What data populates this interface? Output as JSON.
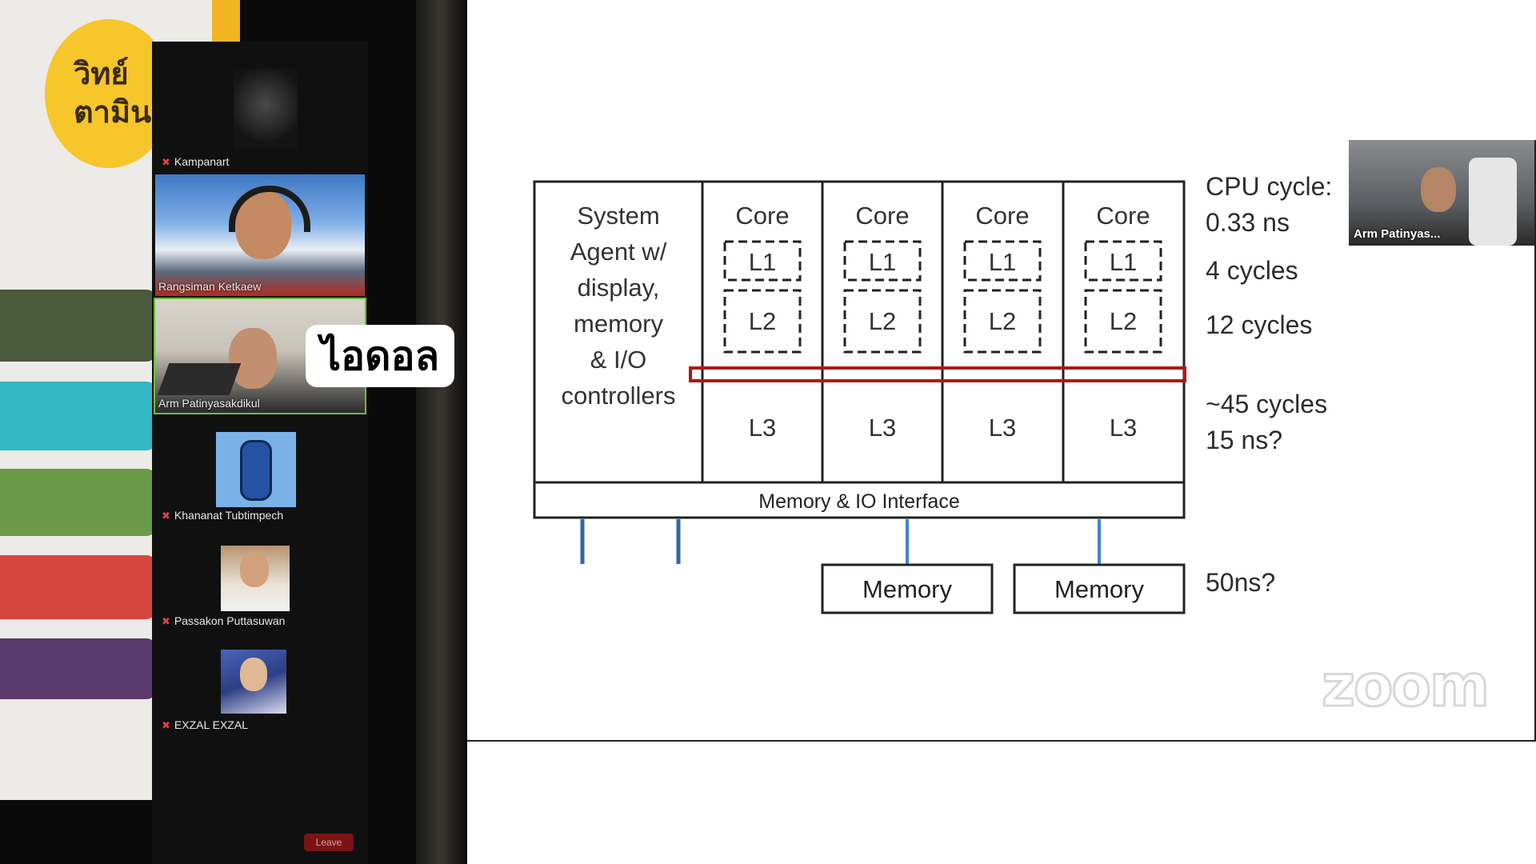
{
  "left": {
    "logo_text_line1": "วิทย์",
    "logo_text_line2": "ตามิน",
    "idol_label": "ไอดอล",
    "leave_label": "Leave",
    "participants": [
      {
        "name": "Kampanart",
        "muted": true
      },
      {
        "name": "Rangsiman Ketkaew",
        "muted": false
      },
      {
        "name": "Arm Patinyasakdikul",
        "muted": false
      },
      {
        "name": "Khananat Tubtimpech",
        "muted": true
      },
      {
        "name": "Passakon Puttasuwan",
        "muted": true
      },
      {
        "name": "EXZAL EXZAL",
        "muted": true
      }
    ]
  },
  "slide": {
    "system_agent": [
      "System",
      "Agent w/",
      "display,",
      "memory",
      "& I/O",
      "controllers"
    ],
    "core_label": "Core",
    "l1_label": "L1",
    "l2_label": "L2",
    "l3_label": "L3",
    "interface_label": "Memory & IO Interface",
    "memory_label": "Memory",
    "notes": {
      "cpu_cycle_line1": "CPU cycle:",
      "cpu_cycle_line2": "0.33 ns",
      "l1_cycles": "4 cycles",
      "l2_cycles": "12 cycles",
      "l3_cycles": "~45 cycles",
      "l3_ns": "15 ns?",
      "mem_ns": "50ns?"
    },
    "presenter_name": "Arm Patinyas...",
    "watermark": "zoom"
  },
  "colors": {
    "highlight_red": "#b01818",
    "bus_blue": "#2f6aa8",
    "mute_red": "#e0403c"
  }
}
